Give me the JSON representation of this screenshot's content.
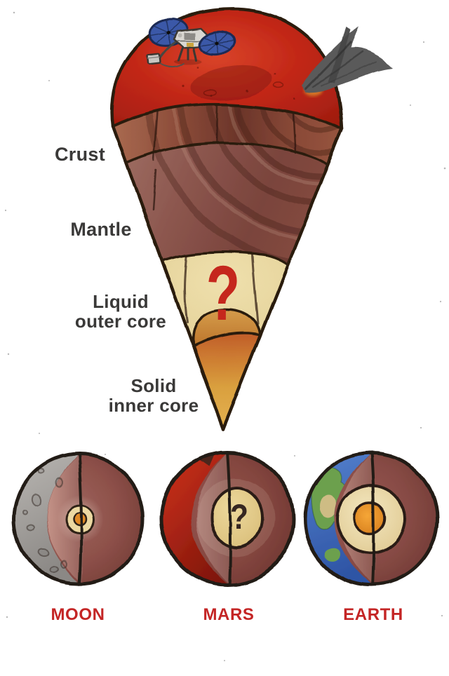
{
  "page": {
    "type": "hand-drawn planetary interior cutaway diagram",
    "background": "#ffffff"
  },
  "wedge": {
    "labels": {
      "crust": "Crust",
      "mantle": "Mantle",
      "liquid_outer_core": {
        "line1": "Liquid",
        "line2": "outer core"
      },
      "solid_inner_core": {
        "line1": "Solid",
        "line2": "inner core"
      }
    },
    "unknown_core_marker": "?"
  },
  "comparison": {
    "bodies": [
      {
        "name": "MOON"
      },
      {
        "name": "MARS",
        "core_marker": "?"
      },
      {
        "name": "EARTH"
      }
    ]
  },
  "colors": {
    "label_text": "#3a3938",
    "body_name_text": "#c42525",
    "question_mark_red": "#c5271d",
    "mars_surface_red": "#c22717",
    "crust_brown": "#8a4a38",
    "mantle_maroon": "#8a544c",
    "outer_core_tan": "#e9d8a4",
    "inner_core_orange": "#cd8a3b",
    "moon_surface_gray": "#a5a2a0",
    "earth_ocean_blue": "#3f6fc0",
    "earth_land_green": "#6ca04e"
  },
  "icons": {
    "lander": "insight-lander-icon",
    "impact": "meteor-impact-plume-icon",
    "seismic": "seismic-waves-icon"
  }
}
